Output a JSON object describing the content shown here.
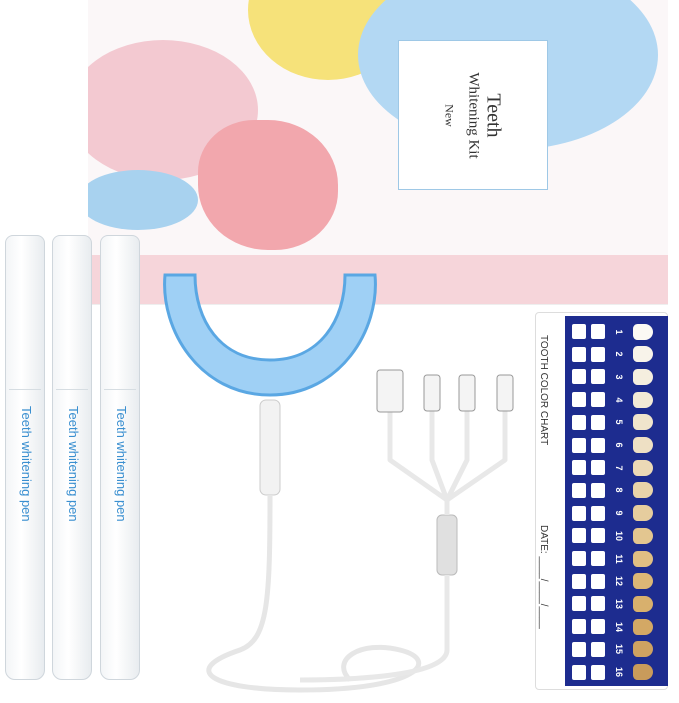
{
  "box": {
    "title": "Teeth",
    "subtitle": "Whitening Kit",
    "badge": "New"
  },
  "pens": [
    {
      "label": "Teeth whitening pen"
    },
    {
      "label": "Teeth whitening pen"
    },
    {
      "label": "Teeth whitening pen"
    }
  ],
  "chart_card": {
    "title": "TOOTH COLOR CHART",
    "date_label": "DATE:",
    "shades": [
      "1",
      "2",
      "3",
      "4",
      "5",
      "6",
      "7",
      "8",
      "9",
      "10",
      "11",
      "12",
      "13",
      "14",
      "15",
      "16"
    ],
    "shade_colors": [
      "#fbf9f4",
      "#f8f3ea",
      "#f5eedf",
      "#f3ead6",
      "#f0e4cc",
      "#eee0c4",
      "#ecd9b6",
      "#e9d3a9",
      "#e6cd9e",
      "#e3c690",
      "#e0bf83",
      "#dcb776",
      "#d8b06d",
      "#d3a865",
      "#cfa261",
      "#c99b5b"
    ],
    "panel_color": "#1d2c8f"
  },
  "colors": {
    "pen_text": "#3a8fd0",
    "tray_glow": "#7fc0f0"
  }
}
